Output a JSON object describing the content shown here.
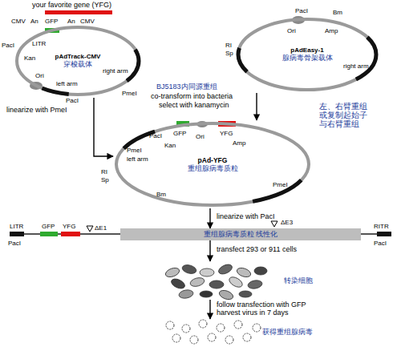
{
  "diagram": {
    "nodes": [
      {
        "text": [
          "pAdTrack-CMV",
          "穿梭载体"
        ]
      },
      {
        "text": [
          "pAdEasy-1",
          "腺病毒骨架载体"
        ]
      },
      {
        "text": [
          "pAd-YFG",
          "重组腺病毒质粒"
        ]
      },
      {
        "text": [
          "重组腺病毒质粒 线性化"
        ]
      },
      {
        "text": [
          "转染细胞"
        ]
      },
      {
        "text": [
          "获得重组腺病毒"
        ]
      }
    ],
    "edges": [
      {
        "from": 0,
        "to": 2,
        "arrow": "to"
      },
      {
        "from": 1,
        "to": 2,
        "arrow": "to"
      },
      {
        "from": 2,
        "to": 3,
        "arrow": "to"
      },
      {
        "from": 3,
        "to": 4,
        "arrow": "to"
      },
      {
        "from": 4,
        "to": 5,
        "arrow": "to"
      }
    ],
    "labels": [
      "your favorite gene (YFG)",
      "CMV",
      "An",
      "GFP",
      "An",
      "CMV",
      "PacI",
      "LITR",
      "Kan",
      "Ori",
      "right arm",
      "left arm",
      "PacI",
      "PmeI",
      "linearize with PmeI",
      "PacI",
      "Bm",
      "Ori",
      "Amp",
      "right arm",
      "RI",
      "Sp",
      "BJ5183内同源重组",
      "co-transform into bacteria",
      "select with kanamycin",
      "左、右臂重组 或复制起始子 与右臂重组",
      "PmeI",
      "left arm",
      "PacI",
      "GFP",
      "Kan",
      "YFG",
      "Ori",
      "Amp",
      "PmeI",
      "RI",
      "Sp",
      "Bm",
      "linearize with PacI",
      "LITR",
      "GFP",
      "YFG",
      "ΔE1",
      "ΔE3",
      "RITR",
      "PacI",
      "PacI",
      "transfect 293 or 911 cells",
      "follow transfection with GFP",
      "harvest virus in 7 days"
    ]
  }
}
